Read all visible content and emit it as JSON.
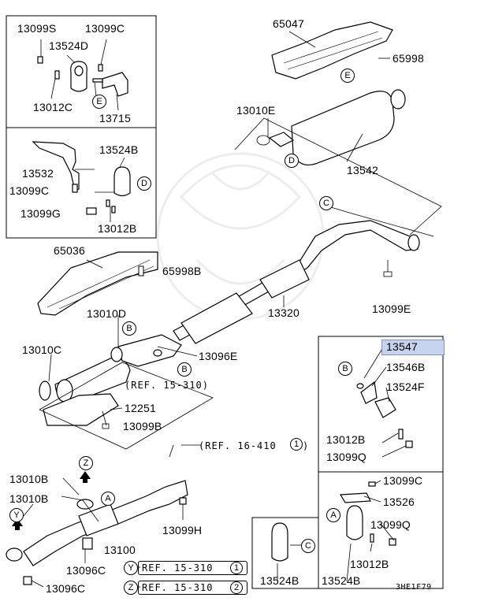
{
  "diagram_code": "3HE1F79",
  "parts": {
    "p13099S": "13099S",
    "p13099C_a": "13099C",
    "p13524D": "13524D",
    "p13012C": "13012C",
    "p13715": "13715",
    "p13532": "13532",
    "p13524B_a": "13524B",
    "p13099C_b": "13099C",
    "p13099G": "13099G",
    "p13012B_a": "13012B",
    "p65036": "65036",
    "p65998B": "65998B",
    "p65047": "65047",
    "p65998": "65998",
    "p13010E": "13010E",
    "p13542": "13542",
    "p13320": "13320",
    "p13099E": "13099E",
    "p13010D": "13010D",
    "p13010C": "13010C",
    "p13096E": "13096E",
    "p12251": "12251",
    "p13099B": "13099B",
    "p13010B_a": "13010B",
    "p13010B_b": "13010B",
    "p13099H": "13099H",
    "p13100": "13100",
    "p13096C_a": "13096C",
    "p13096C_b": "13096C",
    "p13547": "13547",
    "p13546B": "13546B",
    "p13524F": "13524F",
    "p13012B_b": "13012B",
    "p13099Q_a": "13099Q",
    "p13099C_c": "13099C",
    "p13526": "13526",
    "p13099Q_b": "13099Q",
    "p13012B_c": "13012B",
    "p13524B_b": "13524B",
    "p13524B_c": "13524B"
  },
  "refs": {
    "r1": "(REF. 15-310)",
    "r2": "(REF. 16-410",
    "r2_num": "1",
    "r3": "REF. 15-310",
    "r3_num": "1",
    "r4": "REF. 15-310",
    "r4_num": "2"
  },
  "callouts": {
    "A": "A",
    "B": "B",
    "C": "C",
    "D": "D",
    "E": "E",
    "Y": "Y",
    "Z": "Z"
  },
  "highlight_part": "13547",
  "colors": {
    "highlight": "#c6d3ee",
    "line": "#000000"
  }
}
